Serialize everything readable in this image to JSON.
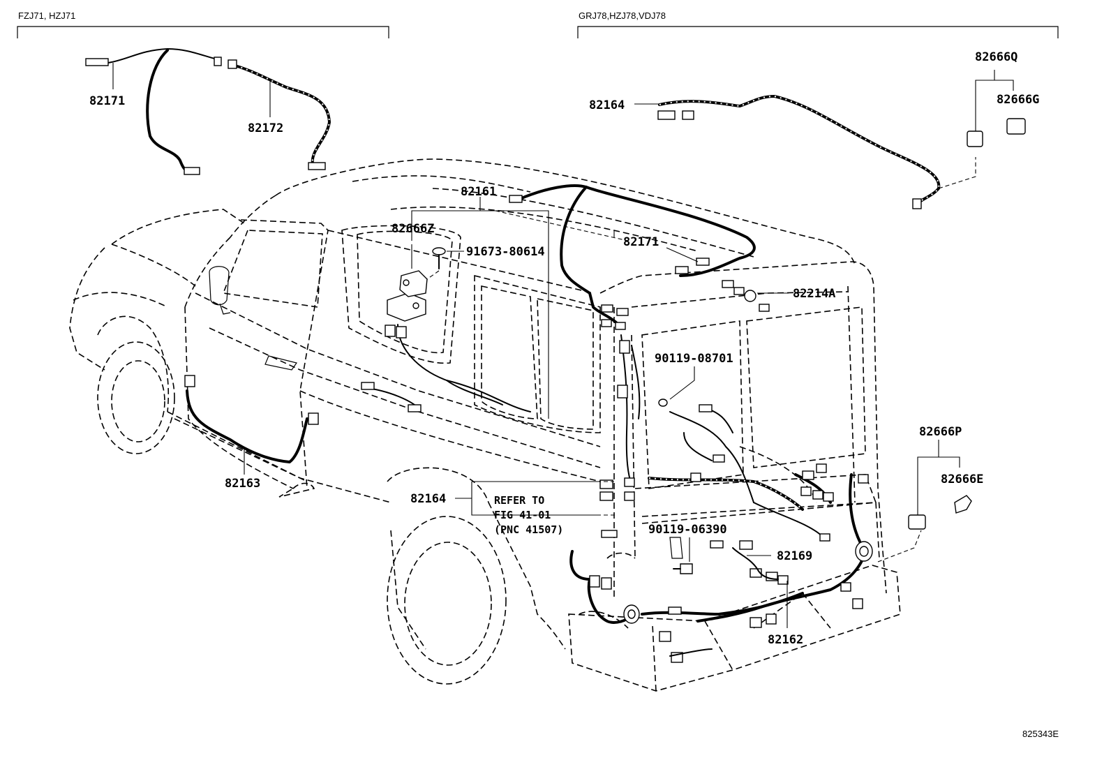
{
  "headers": {
    "left_variant": "FZJ71, HZJ71",
    "right_variant": "GRJ78,HZJ78,VDJ78"
  },
  "labels": {
    "p82171_top": "82171",
    "p82172": "82172",
    "p82164_top": "82164",
    "p82666Q": "82666Q",
    "p82666G": "82666G",
    "p82161": "82161",
    "p82666Z": "82666Z",
    "p91673_80614": "91673-80614",
    "p82171_roof": "82171",
    "p82214A": "82214A",
    "p90119_08701": "90119-08701",
    "p82666P": "82666P",
    "p82666E": "82666E",
    "p82163": "82163",
    "p82164_refer": "82164",
    "p90119_06390": "90119-06390",
    "p82169": "82169",
    "p82162": "82162"
  },
  "refer_note": {
    "line1": "REFER TO",
    "line2": "FIG 41-01",
    "line3": "(PNC 41507)"
  },
  "illustration_id": "825343E"
}
